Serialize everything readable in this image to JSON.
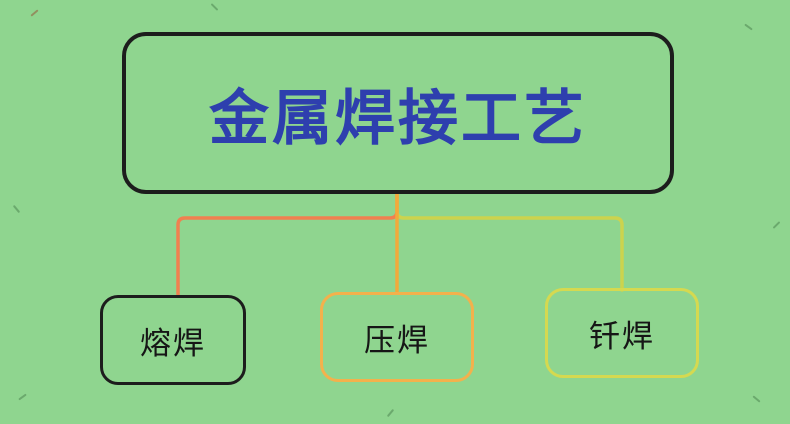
{
  "canvas": {
    "background_color": "#8fd58f"
  },
  "root": {
    "label": "金属焊接工艺",
    "text_color": "#2e3fae",
    "border_color": "#1d1d1d"
  },
  "children": [
    {
      "label": "熔焊",
      "border_color": "#1d1d1d",
      "line_color": "#f08050"
    },
    {
      "label": "压焊",
      "border_color": "#f3b14c",
      "line_color": "#f2a93b"
    },
    {
      "label": "钎焊",
      "border_color": "#d5d950",
      "line_color": "#ccd34e"
    }
  ]
}
